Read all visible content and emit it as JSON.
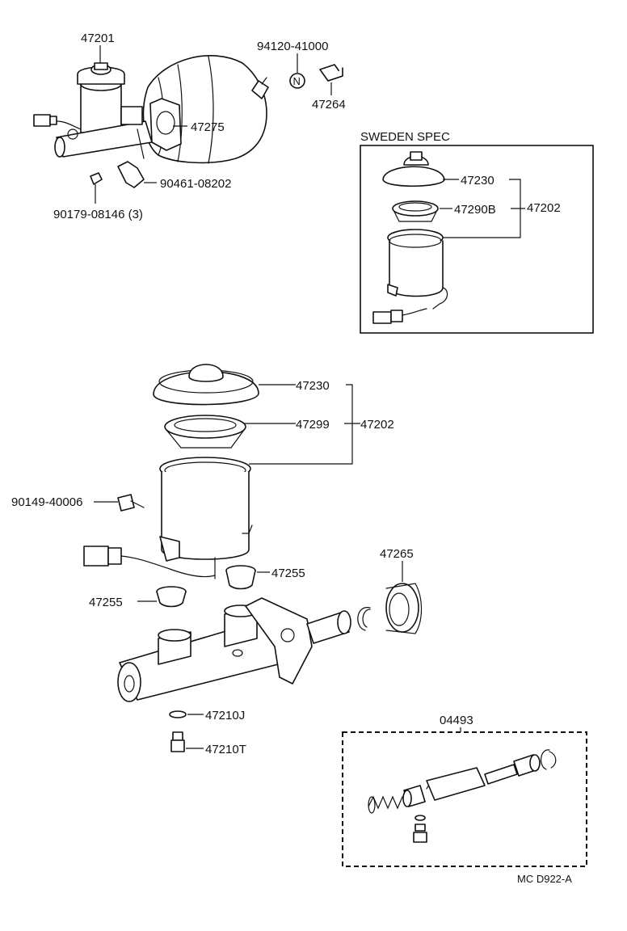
{
  "labels": {
    "p47201": "47201",
    "p94120": "94120-41000",
    "p47264": "47264",
    "p47275": "47275",
    "p90461": "90461-08202",
    "p90179": "90179-08146 (3)",
    "sweden_title": "SWEDEN SPEC",
    "sw_47230": "47230",
    "sw_47290b": "47290B",
    "sw_47202": "47202",
    "p47230": "47230",
    "p47299": "47299",
    "p47202": "47202",
    "p90149": "90149-40006",
    "p47265": "47265",
    "p47255_right": "47255",
    "p47255_left": "47255",
    "p47210j": "47210J",
    "p47210t": "47210T",
    "p04493": "04493",
    "diagram_code": "MC D922-A"
  },
  "icons": {
    "n_mark_glyph": "N"
  }
}
